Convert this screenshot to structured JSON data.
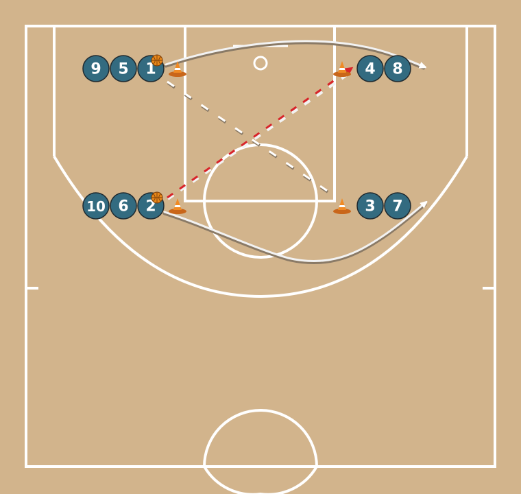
{
  "diagram": {
    "colors": {
      "court_floor": "#d2b48c",
      "court_lines": "#ffffff",
      "player_fill": "#336b80",
      "player_stroke": "#1f2a30",
      "player_text": "#ffffff",
      "movement_path": "#f2f2f2",
      "movement_shadow": "#8a7a66",
      "pass_line": "#d8242a",
      "cone": "#f08a24",
      "ball": "#e8881a"
    },
    "players": [
      {
        "id": "p9",
        "label": "9"
      },
      {
        "id": "p5",
        "label": "5"
      },
      {
        "id": "p1",
        "label": "1"
      },
      {
        "id": "p4",
        "label": "4"
      },
      {
        "id": "p8",
        "label": "8"
      },
      {
        "id": "p10",
        "label": "10"
      },
      {
        "id": "p6",
        "label": "6"
      },
      {
        "id": "p2",
        "label": "2"
      },
      {
        "id": "p3",
        "label": "3"
      },
      {
        "id": "p7",
        "label": "7"
      }
    ],
    "balls_with": [
      "1",
      "2"
    ],
    "cones_count": 4,
    "actions": [
      {
        "type": "dribble-run",
        "from": "1",
        "to": "right wing"
      },
      {
        "type": "dribble-run",
        "from": "2",
        "to": "right wing"
      },
      {
        "type": "cut",
        "from": "left top",
        "to": "right bottom"
      },
      {
        "type": "pass",
        "from": "2",
        "to": "right top"
      }
    ]
  }
}
